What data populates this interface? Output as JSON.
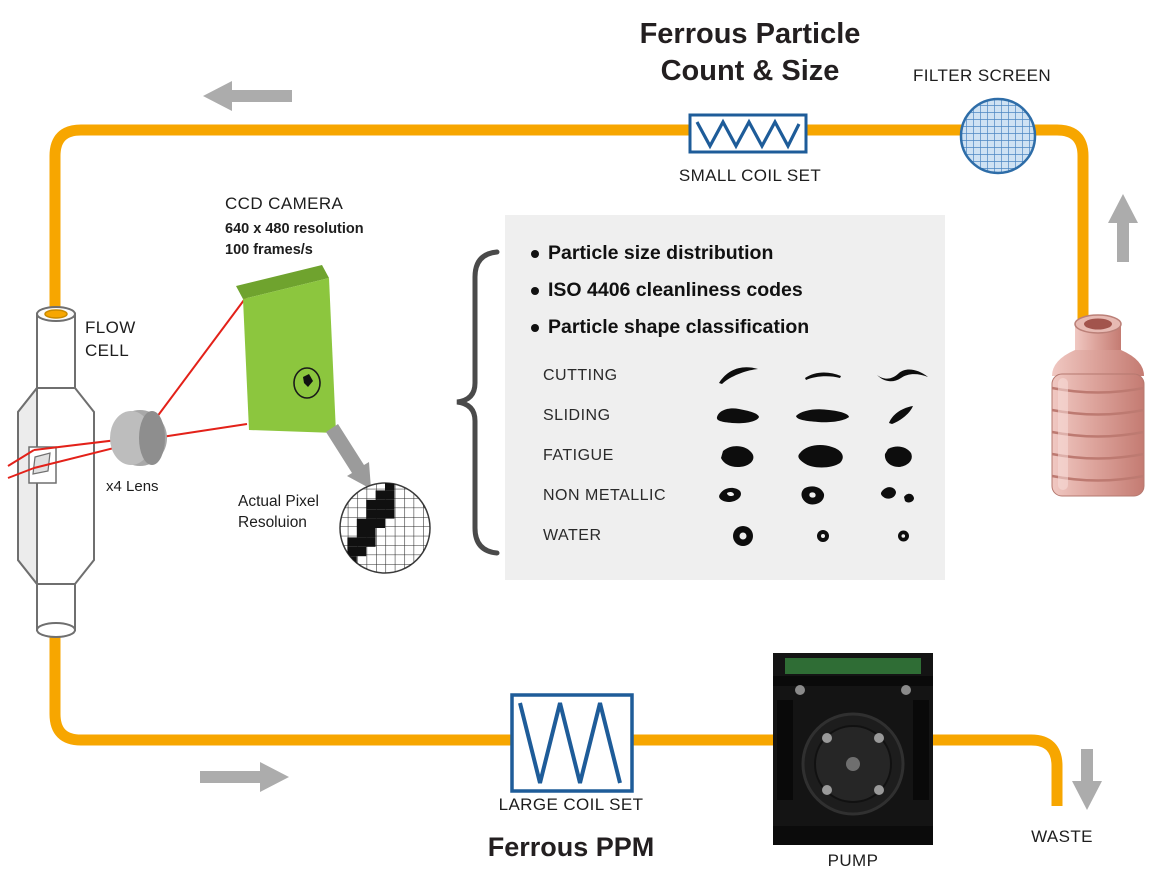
{
  "titles": {
    "top_line1": "Ferrous Particle",
    "top_line2": "Count & Size",
    "bottom": "Ferrous PPM"
  },
  "labels": {
    "filter_screen": "FILTER SCREEN",
    "small_coil_set": "SMALL COIL SET",
    "large_coil_set": "LARGE COIL SET",
    "flow_cell_line1": "FLOW",
    "flow_cell_line2": "CELL",
    "lens": "x4 Lens",
    "pixel_res_line1": "Actual Pixel",
    "pixel_res_line2": "Resoluion",
    "pump": "PUMP",
    "waste": "WASTE"
  },
  "camera": {
    "title": "CCD CAMERA",
    "resolution": "640 x 480 resolution",
    "framerate": "100 frames/s"
  },
  "panel": {
    "bullets": [
      "Particle size distribution",
      "ISO 4406 cleanliness codes",
      "Particle shape classification"
    ],
    "rows": [
      {
        "label": "CUTTING"
      },
      {
        "label": "SLIDING"
      },
      {
        "label": "FATIGUE"
      },
      {
        "label": "NON METALLIC"
      },
      {
        "label": "WATER"
      }
    ]
  },
  "colors": {
    "tube_yellow": "#F7A600",
    "coil_blue": "#1E5C99",
    "arrow_gray": "#ACACAC",
    "sensor_green": "#8CC63E",
    "laser_red": "#E32119",
    "panel_bg": "#EFEFEF",
    "bottle_pink": "#DDA49C"
  }
}
